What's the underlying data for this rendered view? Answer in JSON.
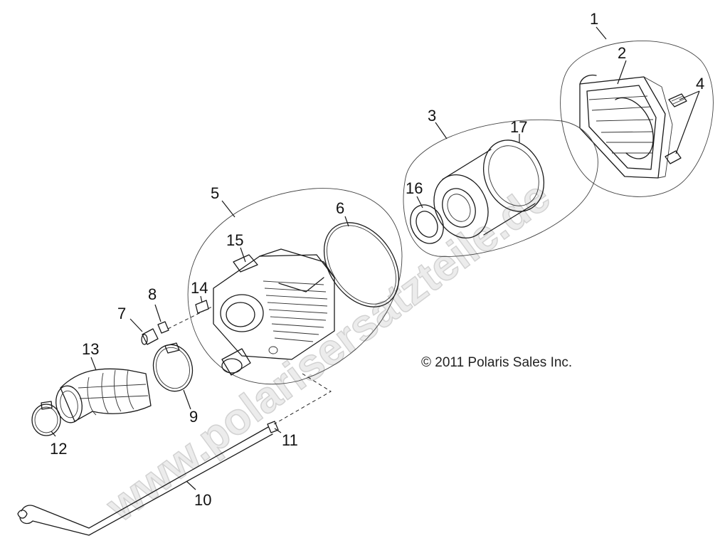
{
  "copyright": "© 2011 Polaris Sales Inc.",
  "watermark": "www.polarisersatzteile.de",
  "callouts": [
    "1",
    "2",
    "3",
    "4",
    "5",
    "6",
    "7",
    "8",
    "9",
    "10",
    "11",
    "12",
    "13",
    "14",
    "15",
    "16",
    "17"
  ]
}
